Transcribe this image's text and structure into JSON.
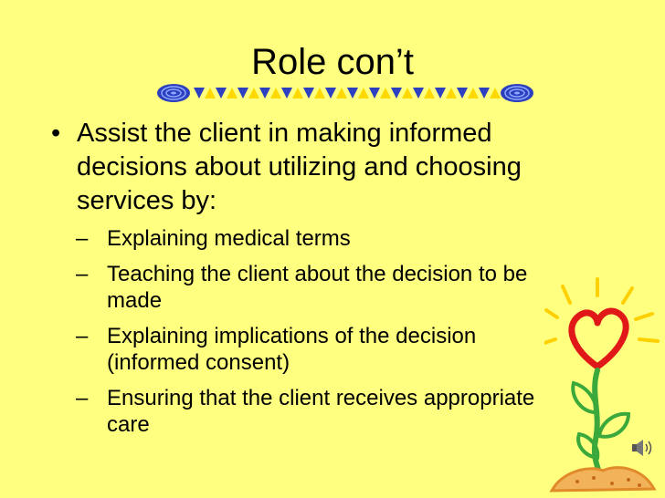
{
  "slide": {
    "title": "Role con’t",
    "bullet_marker": "•",
    "main_bullet": "Assist the client in making informed decisions about utilizing and choosing services by:",
    "sub_marker": "–",
    "sub_bullets": [
      "Explaining medical terms",
      "Teaching the client about the decision to be made",
      "Explaining implications of the decision (informed consent)",
      "Ensuring that the client receives appropriate care"
    ]
  },
  "colors": {
    "background": "#ffff80",
    "ornament_blue": "#2b3fbf",
    "ornament_yellow": "#ffd800",
    "heart": "#e01818",
    "stem": "#3aa83a",
    "soil": "#e08a2a"
  },
  "icons": {
    "ornament": "swirl-divider-icon",
    "flower": "heart-flower-clipart",
    "sound": "speaker-icon"
  }
}
